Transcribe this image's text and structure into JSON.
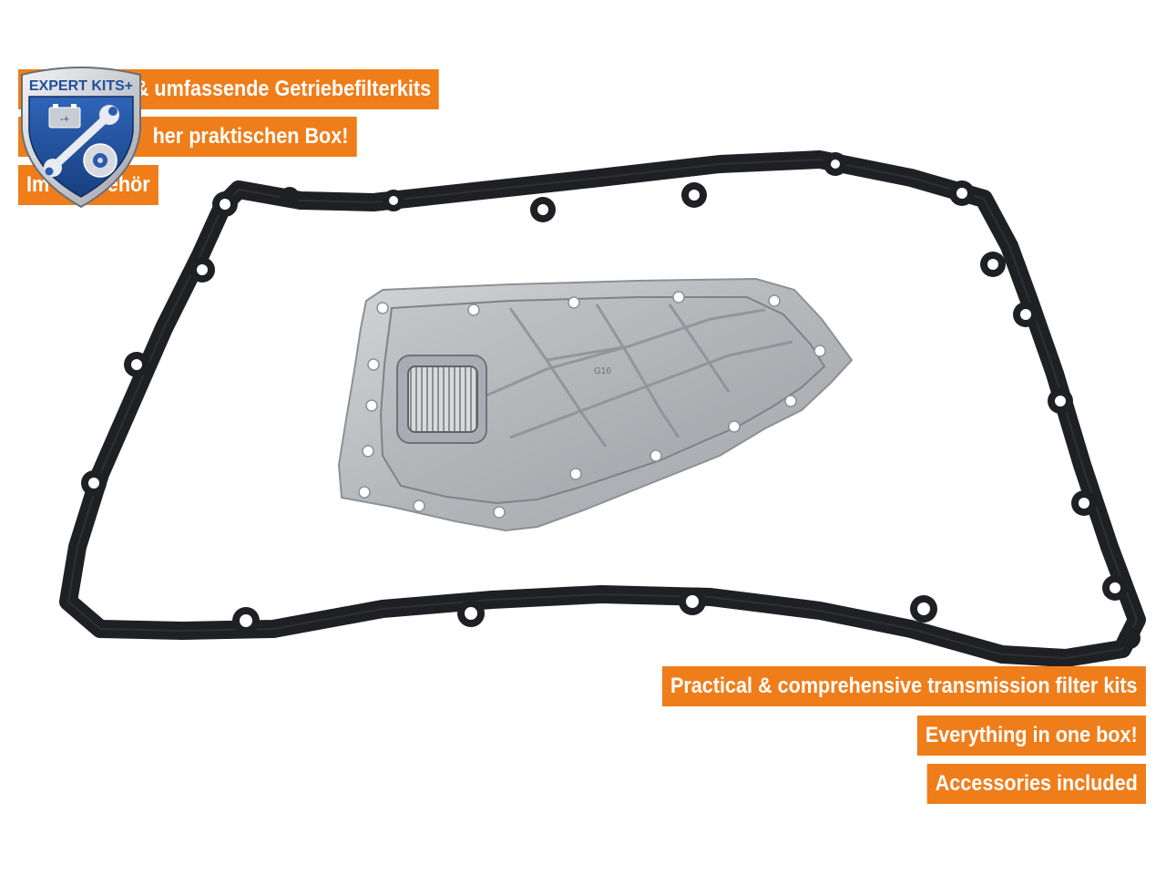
{
  "badge": {
    "text": "EXPERT KITS+",
    "battery_sign": "-+"
  },
  "german_banners": {
    "line1": "& umfassende Getriebefilterkits",
    "line2": "her praktischen Box!",
    "line3": "Im       e Zubehör"
  },
  "english_banners": {
    "line1": "Practical & comprehensive transmission filter kits",
    "line2": "Everything in one box!",
    "line3": "Accessories included"
  },
  "product": {
    "filter_marking": "G16"
  },
  "colors": {
    "banner_orange": "#ef7d1a",
    "banner_text": "#ffffff",
    "gasket": "#1f2024",
    "filter_metal": "#b9bcbf",
    "badge_blue": "#1f4f9c"
  }
}
